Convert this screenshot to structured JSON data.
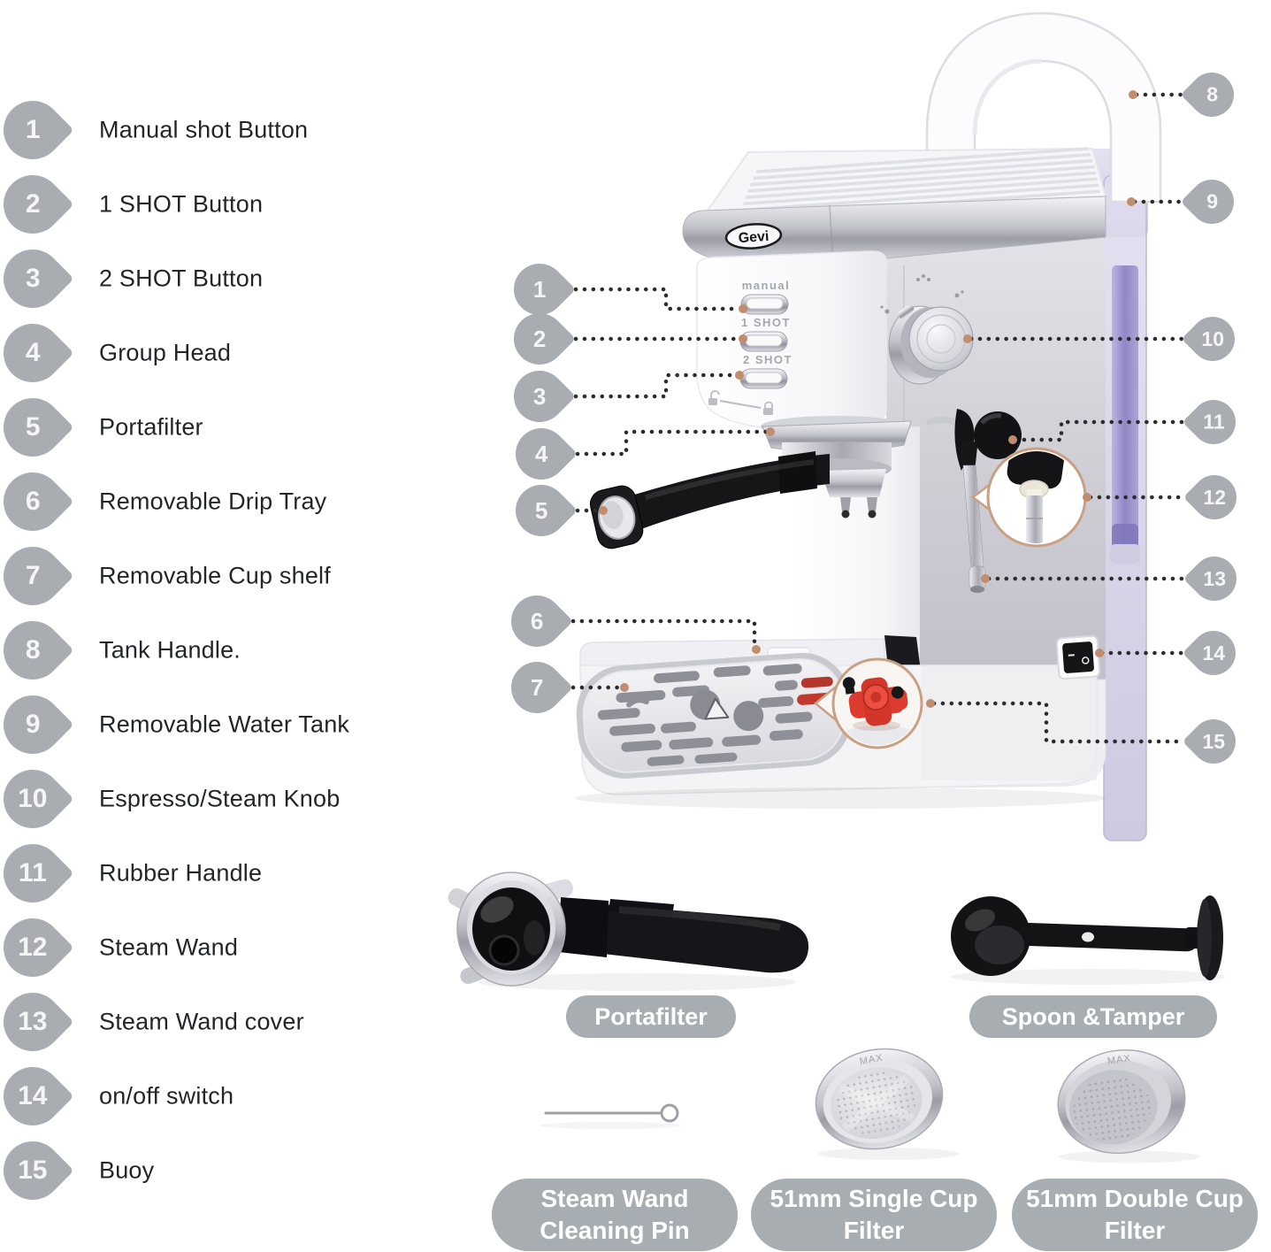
{
  "brand": {
    "logo": "Gevi"
  },
  "parts_list": [
    {
      "num": "1",
      "label": "Manual shot Button"
    },
    {
      "num": "2",
      "label": "1 SHOT Button"
    },
    {
      "num": "3",
      "label": "2 SHOT Button"
    },
    {
      "num": "4",
      "label": "Group Head"
    },
    {
      "num": "5",
      "label": "Portafilter"
    },
    {
      "num": "6",
      "label": "Removable Drip Tray"
    },
    {
      "num": "7",
      "label": "Removable Cup shelf"
    },
    {
      "num": "8",
      "label": "Tank Handle."
    },
    {
      "num": "9",
      "label": "Removable Water Tank"
    },
    {
      "num": "10",
      "label": "Espresso/Steam Knob"
    },
    {
      "num": "11",
      "label": "Rubber Handle"
    },
    {
      "num": "12",
      "label": "Steam Wand"
    },
    {
      "num": "13",
      "label": "Steam Wand cover"
    },
    {
      "num": "14",
      "label": "on/off switch"
    },
    {
      "num": "15",
      "label": "Buoy"
    }
  ],
  "machine": {
    "buttons": [
      {
        "label": "manual"
      },
      {
        "label": "1 SHOT"
      },
      {
        "label": "2 SHOT"
      }
    ],
    "filter_marking": "MAX"
  },
  "accessory_labels": {
    "portafilter": "Portafilter",
    "spoon_tamper": "Spoon &Tamper",
    "cleaning_pin": "Steam Wand Cleaning Pin",
    "single_filter": "51mm Single Cup Filter",
    "double_filter": "51mm Double Cup Filter"
  },
  "colors": {
    "callout_gray": "#a9adb2",
    "pill_gray": "#a8adb1",
    "dotted_line": "#2c2c2e",
    "anchor_dot": "#c08d6e",
    "magnifier_ring": "#c9a083",
    "buoy_red": "#e04034",
    "tank_purple": "#8d83c6"
  }
}
